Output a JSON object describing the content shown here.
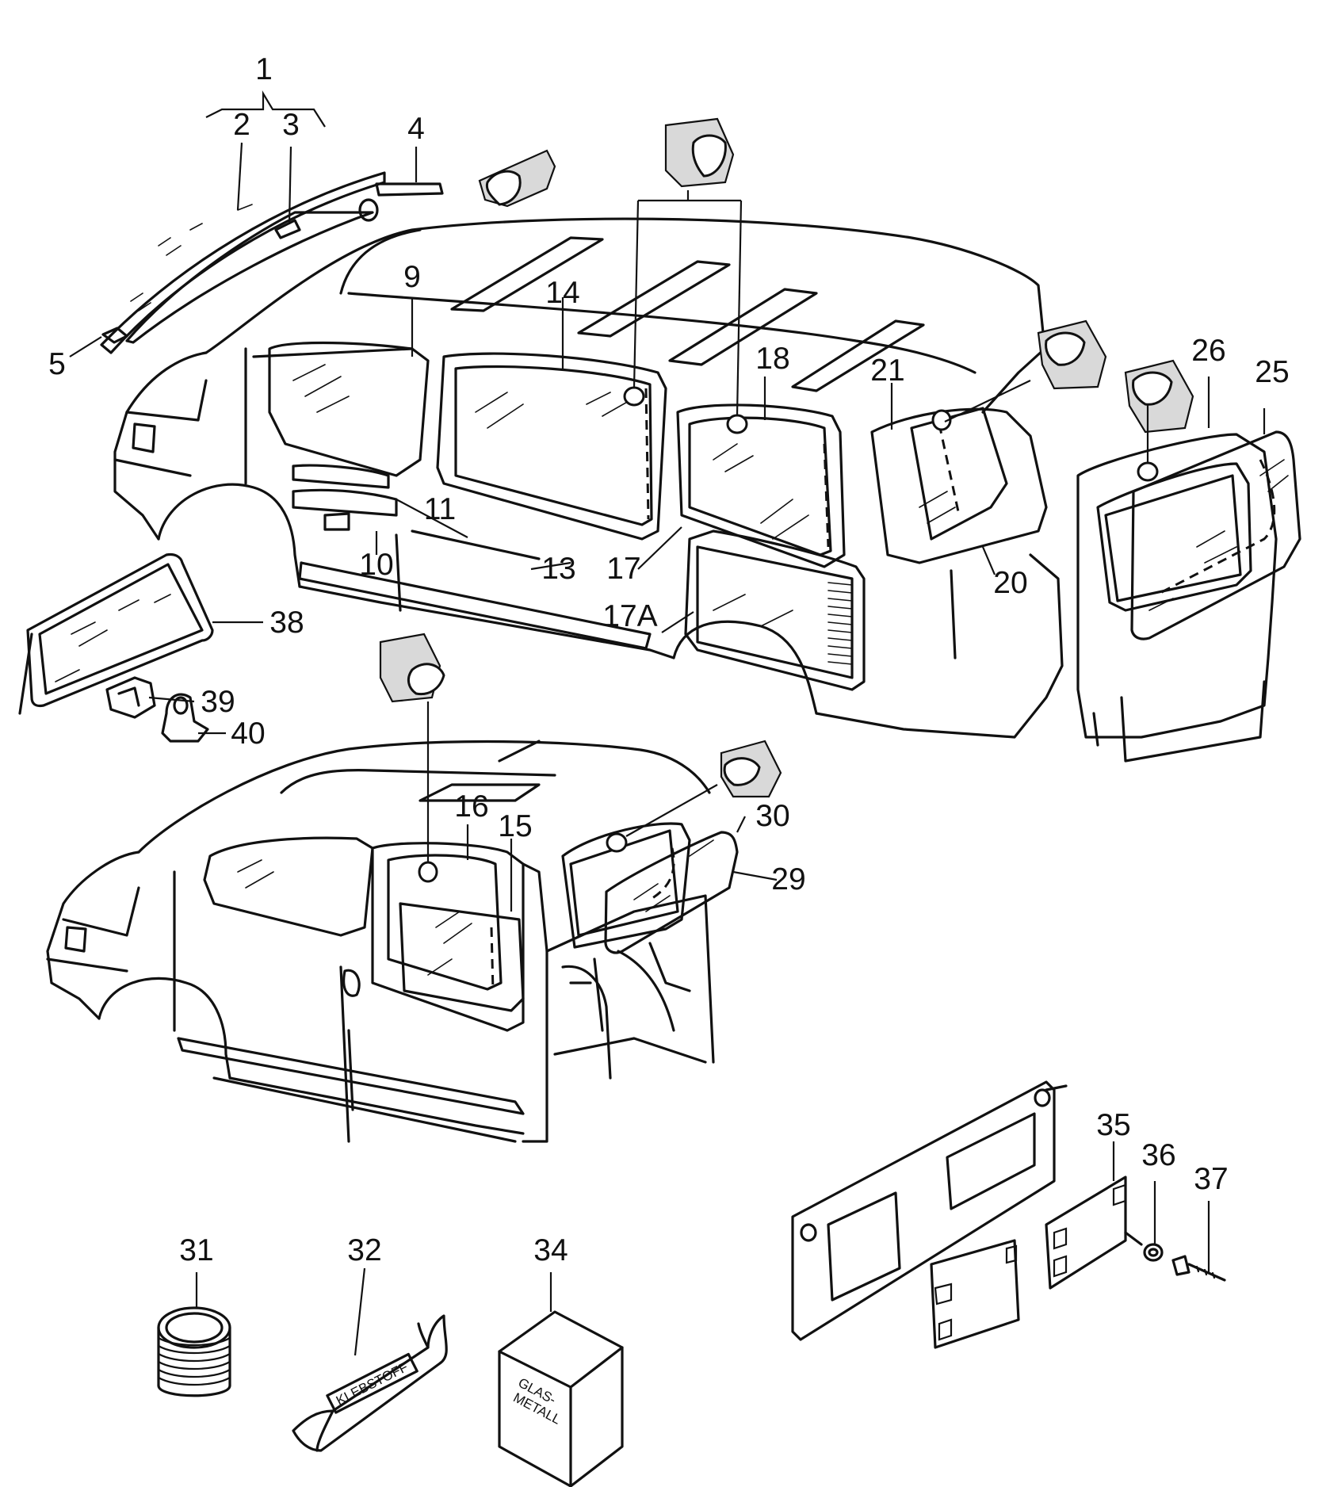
{
  "diagram": {
    "callouts": [
      {
        "id": "c1",
        "text": "1"
      },
      {
        "id": "c2",
        "text": "2"
      },
      {
        "id": "c3",
        "text": "3"
      },
      {
        "id": "c4",
        "text": "4"
      },
      {
        "id": "c5",
        "text": "5"
      },
      {
        "id": "c9",
        "text": "9"
      },
      {
        "id": "c10",
        "text": "10"
      },
      {
        "id": "c11",
        "text": "11"
      },
      {
        "id": "c13",
        "text": "13"
      },
      {
        "id": "c14",
        "text": "14"
      },
      {
        "id": "c15",
        "text": "15"
      },
      {
        "id": "c16",
        "text": "16"
      },
      {
        "id": "c17",
        "text": "17"
      },
      {
        "id": "c17a",
        "text": "17A"
      },
      {
        "id": "c18",
        "text": "18"
      },
      {
        "id": "c20",
        "text": "20"
      },
      {
        "id": "c21",
        "text": "21"
      },
      {
        "id": "c25",
        "text": "25"
      },
      {
        "id": "c26",
        "text": "26"
      },
      {
        "id": "c29",
        "text": "29"
      },
      {
        "id": "c30",
        "text": "30"
      },
      {
        "id": "c31",
        "text": "31"
      },
      {
        "id": "c32",
        "text": "32"
      },
      {
        "id": "c34",
        "text": "34"
      },
      {
        "id": "c35",
        "text": "35"
      },
      {
        "id": "c36",
        "text": "36"
      },
      {
        "id": "c37",
        "text": "37"
      },
      {
        "id": "c38",
        "text": "38"
      },
      {
        "id": "c39",
        "text": "39"
      },
      {
        "id": "c40",
        "text": "40"
      }
    ],
    "package_labels": {
      "adhesive_bag": "KLEBSTOFF",
      "box_line1": "GLAS-",
      "box_line2": "METALL"
    }
  }
}
